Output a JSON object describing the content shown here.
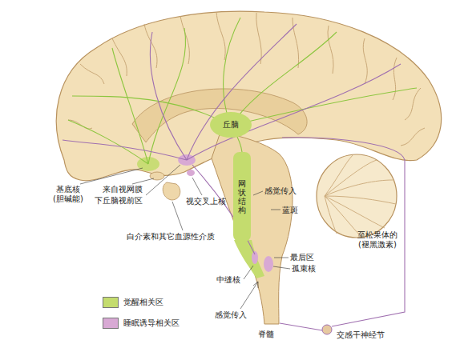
{
  "diagram": {
    "nodes": [
      {
        "text": [
          "丘脑"
        ]
      },
      {
        "text": [
          "网状结构"
        ]
      }
    ],
    "labels": [
      "基底核 (胆碱能)",
      "来自视网膜",
      "下丘脑视前区",
      "视交叉上核",
      "白介素和其它血源性介质",
      "感觉传入",
      "蓝斑",
      "最后区",
      "孤束核",
      "中缝核",
      "感觉传入",
      "脊髓",
      "至松果体的 (褪黑激素)",
      "交感干神经节"
    ],
    "legend": [
      {
        "text": "觉醒相关区",
        "color": "#c4dc6e"
      },
      {
        "text": "睡眠诱导相关区",
        "color": "#d8a9d4"
      }
    ]
  }
}
